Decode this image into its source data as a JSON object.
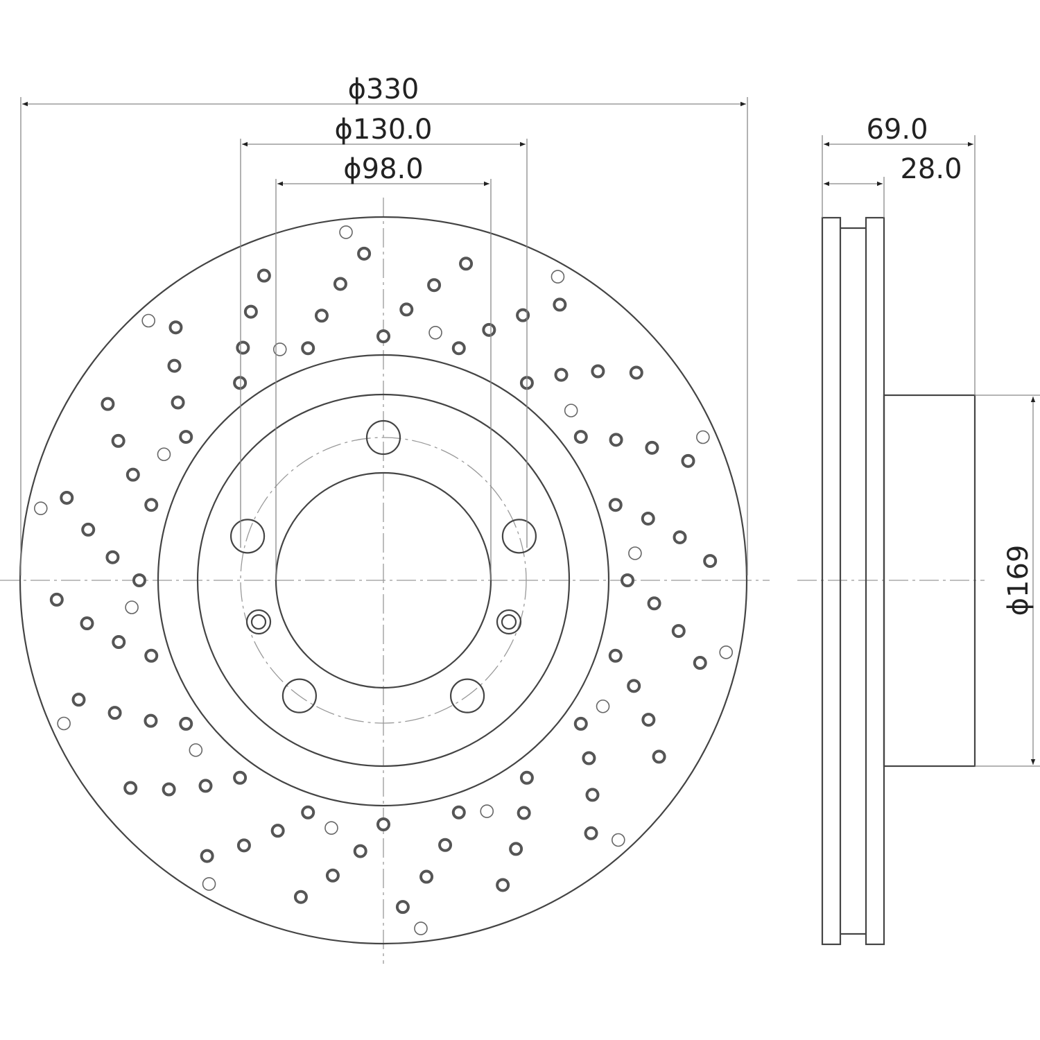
{
  "dimensions": {
    "outer_diameter": "ϕ330",
    "bolt_circle_diameter": "ϕ130.0",
    "center_bore_diameter": "ϕ98.0",
    "overall_height": "69.0",
    "thickness": "28.0",
    "hat_diameter": "ϕ169"
  },
  "colors": {
    "line": "#444444",
    "centerline": "#999999"
  }
}
